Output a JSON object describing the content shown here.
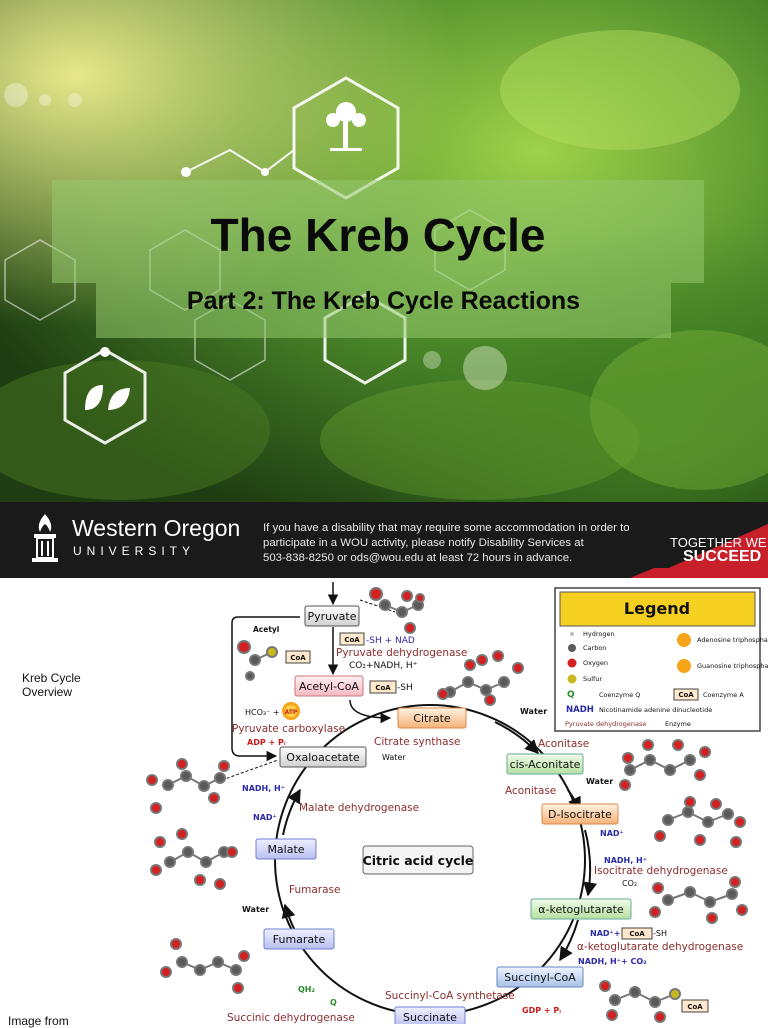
{
  "slide": {
    "title": "The Kreb Cycle",
    "subtitle": "Part 2: The Kreb Cycle Reactions"
  },
  "footer": {
    "university_name": "Western Oregon",
    "university_word": "UNIVERSITY",
    "notice_line1": "If you have a disability that may require some accommodation in order to",
    "notice_line2": "participate in a WOU activity, please notify Disability Services at",
    "notice_line3": "503-838-8250 or ods@wou.edu at least 72 hours in advance.",
    "tagline_line1": "TOGETHER WE",
    "tagline_line2": "SUCCEED"
  },
  "side_label": {
    "line1": "Kreb Cycle",
    "line2": "Overview",
    "bottom": "Image from"
  },
  "diagram": {
    "center_label": "Citric acid cycle",
    "metabolites": {
      "pyruvate": "Pyruvate",
      "acetyl_coa": "Acetyl-CoA",
      "citrate": "Citrate",
      "cis_aconitate": "cis-Aconitate",
      "d_isocitrate": "D-Isocitrate",
      "a_ketoglutarate": "α-ketoglutarate",
      "succinyl_coa": "Succinyl-CoA",
      "succinate": "Succinate",
      "fumarate": "Fumarate",
      "malate": "Malate",
      "oxaloacetate": "Oxaloacetate"
    },
    "enzymes": {
      "pyruvate_dh": "Pyruvate dehydrogenase",
      "pyruvate_carboxylase": "Pyruvate carboxylase",
      "citrate_synthase": "Citrate synthase",
      "aconitase1": "Aconitase",
      "aconitase2": "Aconitase",
      "isocitrate_dh": "Isocitrate dehydrogenase",
      "akg_dh": "α-ketoglutarate dehydrogenase",
      "succinyl_coa_synthetase": "Succinyl-CoA synthetase",
      "succinic_dh": "Succinic dehydrogenase",
      "fumarase": "Fumarase",
      "malate_dh": "Malate dehydrogenase"
    },
    "cofactors": {
      "acetyl": "Acetyl",
      "sh_nad": "-SH + NAD",
      "co2_nadh": "CO₂+NADH, H⁺",
      "sh1": "-SH",
      "hco3": "HCO₃⁻ +",
      "adp_pi": "ADP + Pᵢ",
      "water1": "Water",
      "water2": "Water",
      "water3": "Water",
      "water4": "Water",
      "nadh_h1": "NADH, H⁺",
      "nad1": "NAD⁺",
      "nad2": "NAD⁺",
      "nadh_h2": "NADH, H⁺",
      "co2_1": "CO₂",
      "nad_plus": "NAD⁺+",
      "sh2": "-SH",
      "nadh_h3": "NADH, H⁺+ CO₂",
      "gdp_pi": "GDP + Pᵢ",
      "qh2": "QH₂",
      "q": "Q",
      "coa": "CoA",
      "atp": "ATP"
    },
    "legend": {
      "title": "Legend",
      "hydrogen": "Hydrogen",
      "carbon": "Carbon",
      "oxygen": "Oxygen",
      "sulfur": "Sulfur",
      "coenzyme_q_sym": "Q",
      "coenzyme_q": "Coenzyme Q",
      "atp_name": "Adenosine triphosphate",
      "gtp_name": "Guanosine triphosphate",
      "coa_sym": "CoA",
      "coa_name": "Coenzyme A",
      "nadh_sym": "NADH",
      "nadh_name": "Nicotinamide adenine dinucleotide",
      "enzyme_example": "Pyruvate dehydrogenase",
      "enzyme_word": "Enzyme"
    },
    "colors": {
      "oxygen": "#d42020",
      "carbon": "#5a5a5a",
      "sulfur": "#c8b820",
      "enzyme": "#8b2d2d",
      "nad": "#2a2aa8",
      "legend_title_bg": "#f5d020"
    }
  }
}
